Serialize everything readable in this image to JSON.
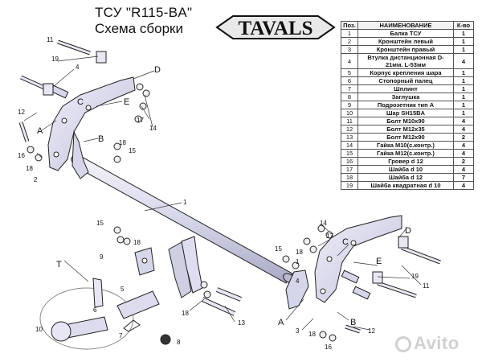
{
  "title": {
    "line1": "ТСУ \"R115-BA\"",
    "line2": "Схема сборки"
  },
  "logo": {
    "text": "TAVALS",
    "colors": {
      "fill": "#f2f2f2",
      "outline": "#111111"
    }
  },
  "parts_table": {
    "headers": [
      "Поз.",
      "НАИМЕНОВАНИЕ",
      "К-во"
    ],
    "rows": [
      {
        "pos": "1",
        "name": "Балка ТСУ",
        "qty": "1"
      },
      {
        "pos": "2",
        "name": "Кронштейн левый",
        "qty": "1"
      },
      {
        "pos": "3",
        "name": "Кронштейн правый",
        "qty": "1"
      },
      {
        "pos": "4",
        "name": "Втулка дистанционная D-21мм. L-53мм",
        "qty": "4"
      },
      {
        "pos": "5",
        "name": "Корпус крепления шара",
        "qty": "1"
      },
      {
        "pos": "6",
        "name": "Стопорный палец",
        "qty": "1"
      },
      {
        "pos": "7",
        "name": "Шплинт",
        "qty": "1"
      },
      {
        "pos": "8",
        "name": "Заглушка",
        "qty": "1"
      },
      {
        "pos": "9",
        "name": "Подрозетник тип А",
        "qty": "1"
      },
      {
        "pos": "10",
        "name": "Шар SH15BA",
        "qty": "1"
      },
      {
        "pos": "11",
        "name": "Болт M10x90",
        "qty": "4"
      },
      {
        "pos": "12",
        "name": "Болт M12x35",
        "qty": "4"
      },
      {
        "pos": "13",
        "name": "Болт M12x90",
        "qty": "2"
      },
      {
        "pos": "14",
        "name": "Гайка M10(с.контр.)",
        "qty": "4"
      },
      {
        "pos": "15",
        "name": "Гайка M12(с.контр.)",
        "qty": "4"
      },
      {
        "pos": "16",
        "name": "Гровер d 12",
        "qty": "2"
      },
      {
        "pos": "17",
        "name": "Шайба d 10",
        "qty": "4"
      },
      {
        "pos": "18",
        "name": "Шайба d 12",
        "qty": "7"
      },
      {
        "pos": "19",
        "name": "Шайба квадратная d 10",
        "qty": "4"
      }
    ]
  },
  "callouts": {
    "n1a": "1",
    "n1b": "1",
    "n2": "2",
    "n3": "3",
    "n4a": "4",
    "n4b": "4",
    "n5": "5",
    "n6": "6",
    "n7": "7",
    "n8": "8",
    "n9": "9",
    "n10": "10",
    "n11a": "11",
    "n11b": "11",
    "n12a": "12",
    "n12b": "12",
    "n13": "13",
    "n14a": "14",
    "n14b": "14",
    "n15a": "15",
    "n15b": "15",
    "n15c": "15",
    "n16a": "16",
    "n16b": "16",
    "n17a": "17",
    "n17b": "17",
    "n18a": "18",
    "n18b": "18",
    "n18c": "18",
    "n18d": "18",
    "n18e": "18",
    "n18f": "18",
    "n19a": "19",
    "n19b": "19",
    "A1": "A",
    "A2": "A",
    "B1": "B",
    "B2": "B",
    "C1": "C",
    "C2": "C",
    "D1": "D",
    "D2": "D",
    "E1": "E",
    "E2": "E",
    "T": "T"
  },
  "watermark": {
    "text": "Avito"
  },
  "colors": {
    "metal": "#dcdcf0",
    "outline": "#222222",
    "watermark": "#aaaaaa"
  }
}
